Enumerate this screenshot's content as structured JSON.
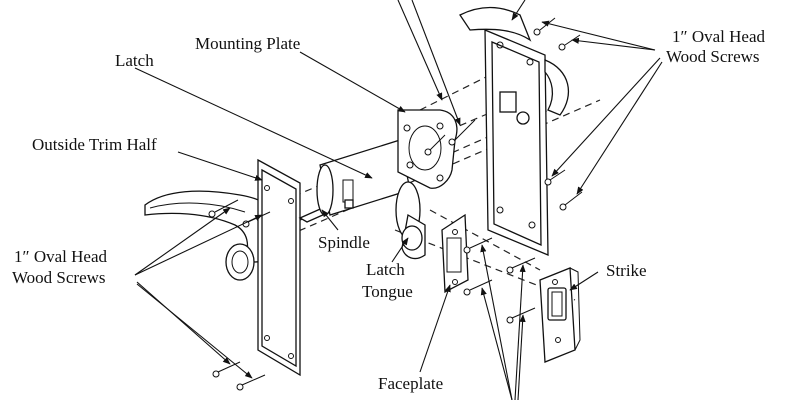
{
  "diagram": {
    "labels": {
      "mounting_plate": "Mounting Plate",
      "latch": "Latch",
      "outside_trim_half": "Outside Trim Half",
      "screws_right_line1": "1″ Oval Head",
      "screws_right_line2": "Wood Screws",
      "screws_left_line1": "1″ Oval Head",
      "screws_left_line2": "Wood Screws",
      "spindle": "Spindle",
      "latch_tongue_line1": "Latch",
      "latch_tongue_line2": "Tongue",
      "strike": "Strike",
      "faceplate": "Faceplate"
    },
    "icons": {
      "arrowhead": "arrowhead-icon",
      "screw": "screw-icon"
    },
    "colors": {
      "line": "#111111",
      "background": "#ffffff"
    }
  }
}
